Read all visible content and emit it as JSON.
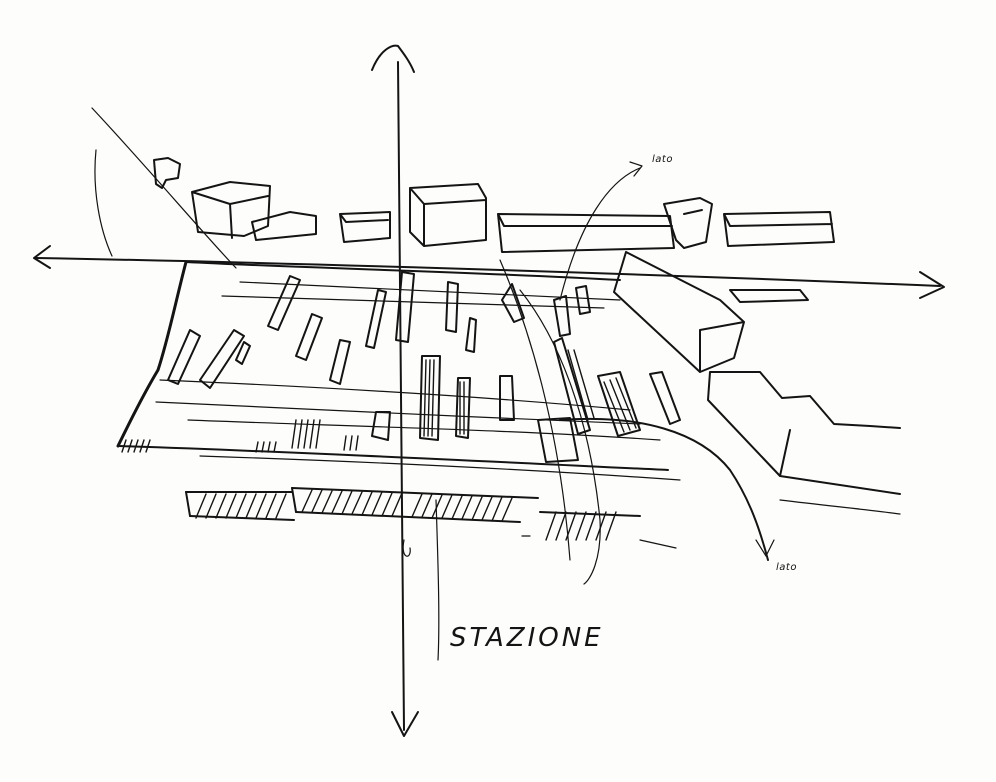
{
  "sketch": {
    "ink_color": "#141414",
    "paper_color": "#fdfdfb",
    "labels": {
      "station": "STAZIONE",
      "top_right_note": "lato",
      "bottom_right_note": "lato"
    }
  }
}
